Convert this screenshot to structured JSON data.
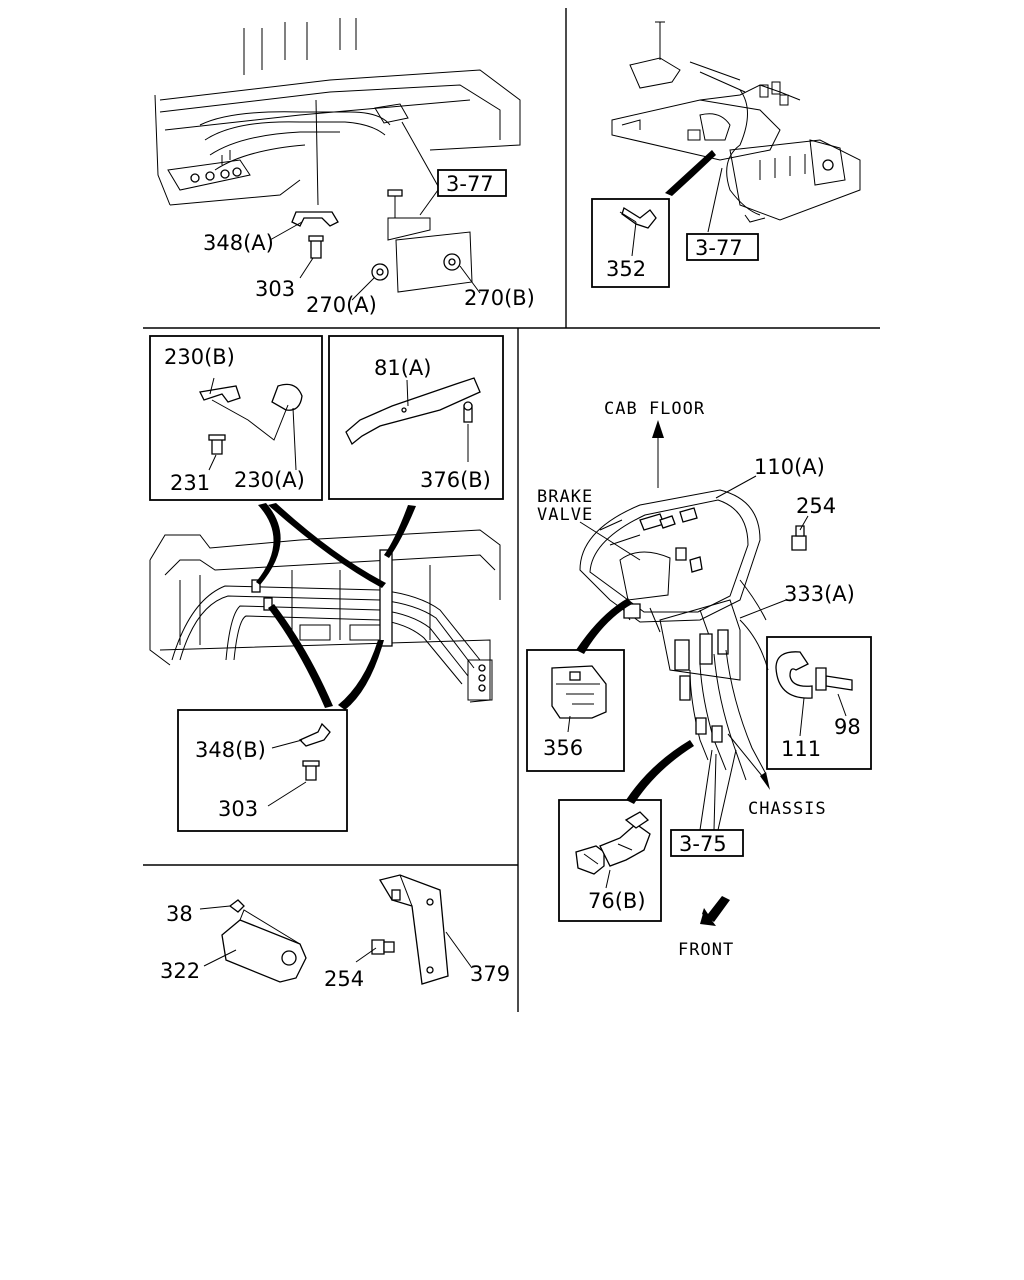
{
  "labels": {
    "p348a": "348(A)",
    "p303a": "303",
    "p270a": "270(A)",
    "p270b": "270(B)",
    "ref377a": "3-77",
    "ref377b": "3-77",
    "p352": "352",
    "p230b": "230(B)",
    "p231": "231",
    "p230a": "230(A)",
    "p81a": "81(A)",
    "p376b": "376(B)",
    "p348b": "348(B)",
    "p303b": "303",
    "cab_floor": "CAB FLOOR",
    "brake": "BRAKE",
    "valve": "VALVE",
    "p110a": "110(A)",
    "p254a": "254",
    "p333a": "333(A)",
    "p356": "356",
    "p111": "111",
    "p98": "98",
    "chassis": "CHASSIS",
    "ref375": "3-75",
    "p76b": "76(B)",
    "front": "FRONT",
    "p38": "38",
    "p322": "322",
    "p254b": "254",
    "p379": "379"
  }
}
